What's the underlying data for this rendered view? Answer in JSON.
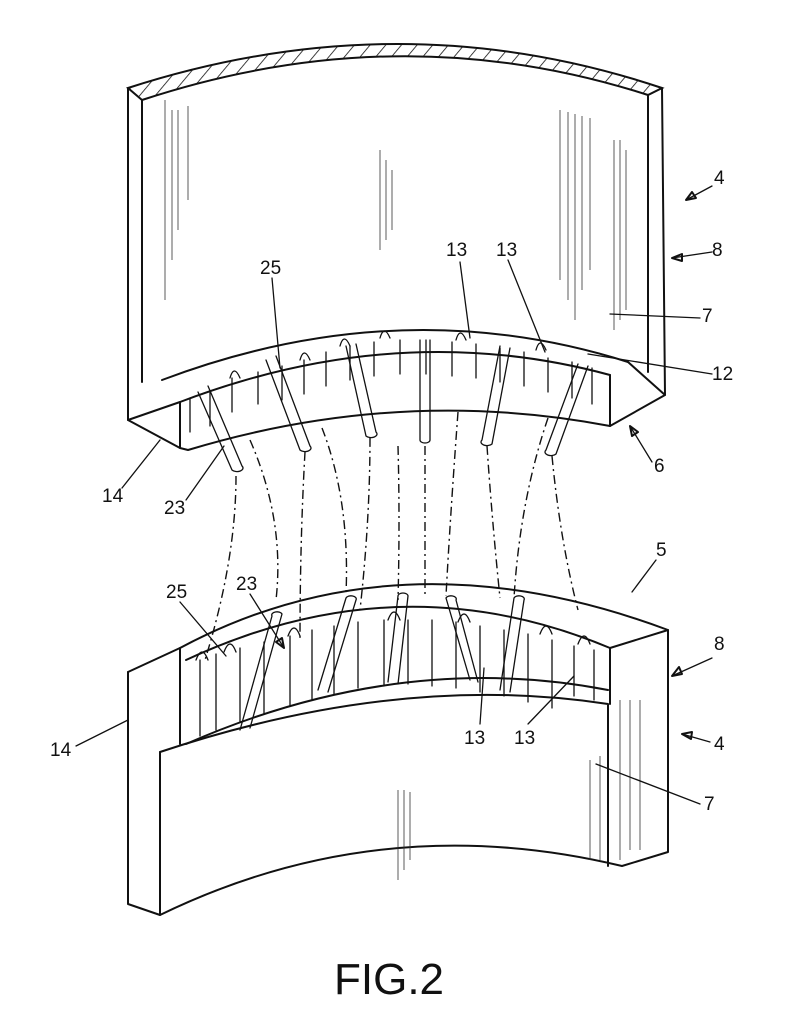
{
  "figure": {
    "caption": "FIG.2",
    "labels": {
      "upper_ref_4": "4",
      "upper_ref_8": "8",
      "upper_ref_7": "7",
      "upper_ref_12": "12",
      "upper_ref_6": "6",
      "upper_ref_13a": "13",
      "upper_ref_13b": "13",
      "upper_ref_25": "25",
      "upper_ref_14": "14",
      "upper_ref_23": "23",
      "lower_ref_5": "5",
      "lower_ref_8": "8",
      "lower_ref_4": "4",
      "lower_ref_7": "7",
      "lower_ref_13a": "13",
      "lower_ref_13b": "13",
      "lower_ref_25": "25",
      "lower_ref_23": "23",
      "lower_ref_14": "14"
    }
  },
  "colors": {
    "ink": "#111111",
    "background": "#ffffff"
  }
}
